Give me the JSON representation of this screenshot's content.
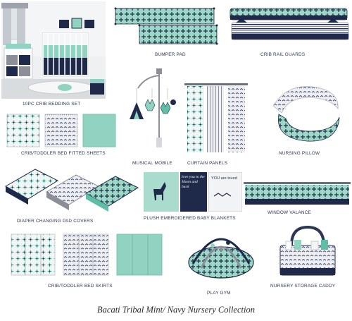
{
  "labels": {
    "crib_set": "10PC CRIB BEDDING SET",
    "bumper": "BUMPER PAD",
    "rail_guards": "CRIB RAIL GUARDS",
    "fitted_sheets": "CRIB/TODDLER BED FITTED SHEETS",
    "mobile": "MUSICAL MOBILE",
    "curtains": "CURTAIN PANELS",
    "nursing_pillow": "NURSING PILLOW",
    "changing_pad": "DIAPER CHANGING PAD COVERS",
    "blankets": "PLUSH EMBROIDERED BABY BLANKETS",
    "valance": "WINDOW VALANCE",
    "bed_skirts": "CRIB/TODDLER BED SKIRTS",
    "play_gym": "PLAY GYM",
    "caddy": "NURSERY STORAGE CADDY"
  },
  "blanket_text": {
    "left": "love you to the Moon and back",
    "right": "YOU are loved"
  },
  "caption": "Bacati Tribal Mint/ Navy Nursery Collection",
  "colors": {
    "mint": "#8fd3c0",
    "navy": "#1f2a4a",
    "gray": "#8c8f98",
    "light": "#e9edf0"
  }
}
